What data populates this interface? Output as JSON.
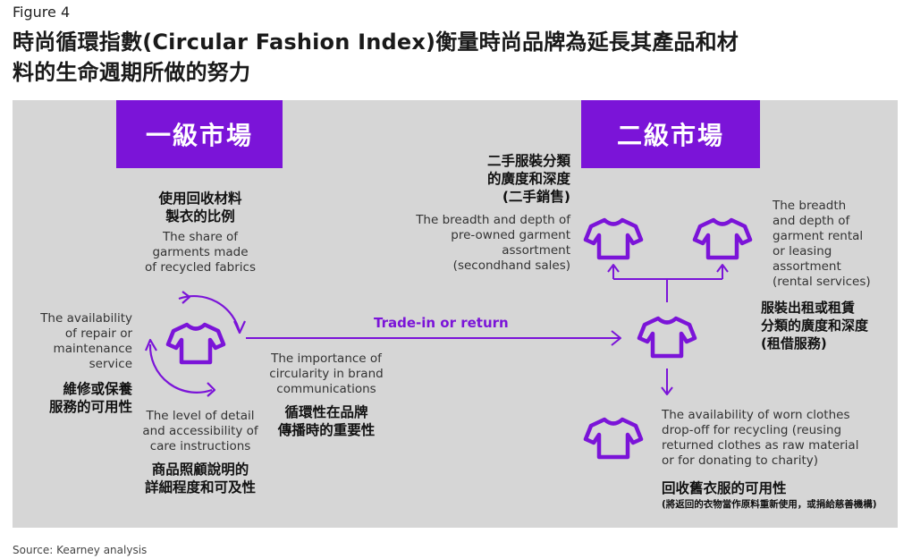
{
  "figure_label": "Figure 4",
  "title_line1": "時尚循環指數(Circular Fashion Index)衡量時尚品牌為延長其產品和材",
  "title_line2": "料的生命週期所做的努力",
  "primary_market": "一級市場",
  "secondary_market": "二級市場",
  "recycled": {
    "zh_line1": "使用回收材料",
    "zh_line2": "製衣的比例",
    "en_line1": "The share of",
    "en_line2": "garments made",
    "en_line3": "of recycled fabrics"
  },
  "repair": {
    "en_line1": "The availability",
    "en_line2": "of repair or",
    "en_line3": "maintenance",
    "en_line4": "service",
    "zh_line1": "維修或保養",
    "zh_line2": "服務的可用性"
  },
  "care": {
    "en_line1": "The level of detail",
    "en_line2": "and accessibility of",
    "en_line3": "care instructions",
    "zh_line1": "商品照顧說明的",
    "zh_line2": "詳細程度和可及性"
  },
  "circularity": {
    "en_line1": "The importance of",
    "en_line2": "circularity in brand",
    "en_line3": "communications",
    "zh_line1": "循環性在品牌",
    "zh_line2": "傳播時的重要性"
  },
  "trade_in": "Trade-in or return",
  "preowned": {
    "zh_line1": "二手服裝分類",
    "zh_line2": "的廣度和深度",
    "zh_line3": "(二手銷售)",
    "en_line1": "The breadth and depth of",
    "en_line2": "pre-owned garment",
    "en_line3": "assortment",
    "en_line4": "(secondhand sales)"
  },
  "rental": {
    "en_line1": "The breadth",
    "en_line2": "and depth of",
    "en_line3": "garment rental",
    "en_line4": "or leasing",
    "en_line5": "assortment",
    "en_line6": "(rental services)",
    "zh_line1": "服裝出租或租賃",
    "zh_line2": "分類的廣度和深度",
    "zh_line3": "(租借服務)"
  },
  "dropoff": {
    "en_line1": "The availability of worn clothes",
    "en_line2": "drop-off for recycling (reusing",
    "en_line3": "returned clothes as raw material",
    "en_line4": "or for donating to charity)",
    "zh_line1": "回收舊衣服的可用性",
    "zh_note": "(將返回的衣物當作原料重新使用，或捐給慈善機構)"
  },
  "source": "Source: Kearney analysis",
  "colors": {
    "accent": "#7b14d8",
    "panel": "#d6d6d6",
    "arrow": "#7b14d8"
  },
  "icons": [
    "tshirt-icon",
    "recycle-cycle-icon",
    "arrow-icon"
  ]
}
